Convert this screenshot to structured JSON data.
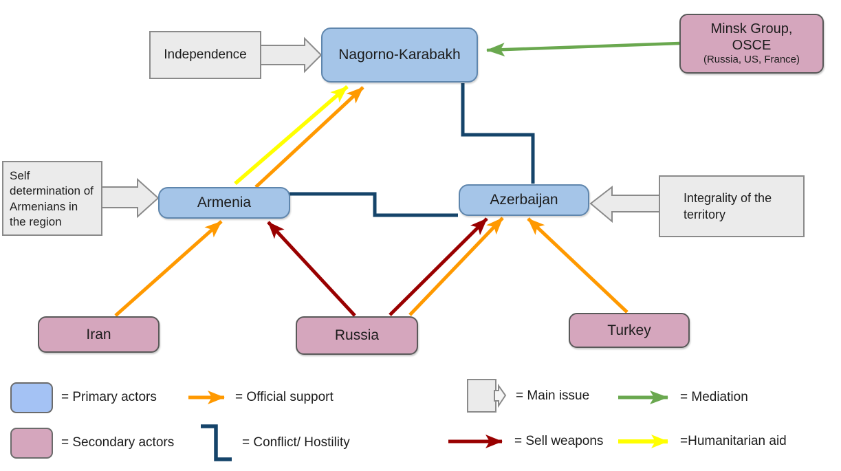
{
  "nodes": {
    "nagorno_karabakh": {
      "label": "Nagorno-Karabakh",
      "role": "primary actor"
    },
    "armenia": {
      "label": "Armenia",
      "role": "primary actor"
    },
    "azerbaijan": {
      "label": "Azerbaijan",
      "role": "primary actor"
    },
    "iran": {
      "label": "Iran",
      "role": "secondary actor"
    },
    "russia": {
      "label": "Russia",
      "role": "secondary actor"
    },
    "turkey": {
      "label": "Turkey",
      "role": "secondary actor"
    },
    "minsk_group": {
      "line1": "Minsk Group,",
      "line2": "OSCE",
      "line3": "(Russia, US, France)",
      "role": "secondary actor"
    }
  },
  "issues": {
    "independence": {
      "label": "Independence",
      "points_to": "Nagorno-Karabakh"
    },
    "self_determination": {
      "label": "Self determination of Armenians in the region",
      "points_to": "Armenia"
    },
    "integrality": {
      "label": "Integrality of the territory",
      "points_to": "Azerbaijan"
    }
  },
  "edges": [
    {
      "from": "Armenia",
      "to": "Nagorno-Karabakh",
      "type": "Humanitarian aid"
    },
    {
      "from": "Armenia",
      "to": "Nagorno-Karabakh",
      "type": "Official support"
    },
    {
      "from": "Minsk Group, OSCE",
      "to": "Nagorno-Karabakh",
      "type": "Mediation"
    },
    {
      "from": "Nagorno-Karabakh",
      "to": "Azerbaijan",
      "type": "Conflict/ Hostility"
    },
    {
      "from": "Armenia",
      "to": "Azerbaijan",
      "type": "Conflict/ Hostility"
    },
    {
      "from": "Iran",
      "to": "Armenia",
      "type": "Official support"
    },
    {
      "from": "Russia",
      "to": "Armenia",
      "type": "Sell weapons"
    },
    {
      "from": "Russia",
      "to": "Azerbaijan",
      "type": "Sell weapons"
    },
    {
      "from": "Russia",
      "to": "Azerbaijan",
      "type": "Official support"
    },
    {
      "from": "Turkey",
      "to": "Azerbaijan",
      "type": "Official support"
    }
  ],
  "legend": {
    "primary_actors": "= Primary actors",
    "official_support": "= Official support",
    "main_issue": "= Main issue",
    "mediation": "= Mediation",
    "secondary_actors": "= Secondary actors",
    "conflict_hostility": "= Conflict/ Hostility",
    "sell_weapons": "= Sell weapons",
    "humanitarian_aid": "=Humanitarian aid"
  },
  "colors": {
    "primary_actor_fill": "#a5c5e8",
    "primary_actor_border": "#5f86ad",
    "primary_legend_fill": "#a4c2f4",
    "secondary_actor_fill": "#d5a6bd",
    "secondary_actor_border": "#595959",
    "issue_fill": "#ebebeb",
    "issue_border": "#8a8a8a",
    "official_support": "#ff9900",
    "humanitarian_aid": "#ffff00",
    "mediation": "#6aa84f",
    "sell_weapons": "#990000",
    "conflict_hostility": "#15446a",
    "text": "#1c1c1c"
  }
}
